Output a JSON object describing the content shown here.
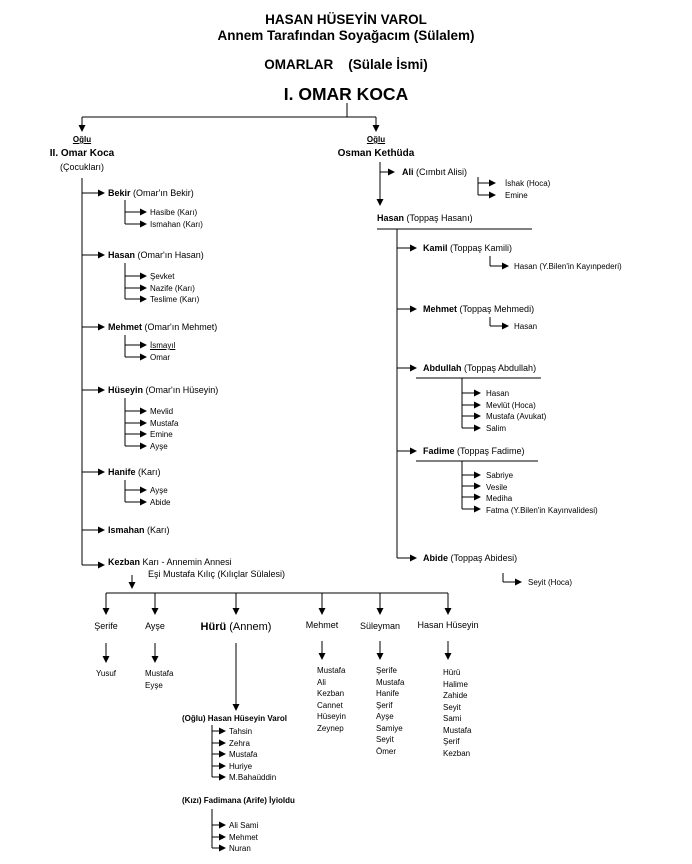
{
  "header": {
    "title": "HASAN HÜSEYİN VAROL",
    "subtitle": "Annem Tarafından Soyağacım (Sülalem)",
    "dynasty": "OMARLAR",
    "dynasty_note": "(Sülale İsmi)"
  },
  "root_name": "I. OMAR KOCA",
  "left": {
    "label": "Oğlu",
    "name": "II. Omar Koca",
    "children_label": "(Çocukları)",
    "children": [
      {
        "name": "Bekir",
        "note": "(Omar'ın Bekir)",
        "items": [
          "Hasibe (Karı)",
          "Ismahan (Karı)"
        ]
      },
      {
        "name": "Hasan",
        "note": "(Omar'ın Hasan)",
        "items": [
          "Şevket",
          "Nazife (Karı)",
          "Teslime (Karı)"
        ]
      },
      {
        "name": "Mehmet",
        "note": "(Omar'ın Mehmet)",
        "items": [
          "İsmayıl",
          "Omar"
        ]
      },
      {
        "name": "Hüseyin",
        "note": "(Omar'ın Hüseyin)",
        "items": [
          "Mevlid",
          "Mustafa",
          "Emine",
          "Ayşe"
        ]
      },
      {
        "name": "Hanife",
        "note": "(Karı)",
        "items": [
          "Ayşe",
          "Abide"
        ]
      },
      {
        "name": "Ismahan",
        "note": "(Karı)",
        "items": []
      },
      {
        "name": "Kezban",
        "note": "Karı - Annemin Annesi",
        "items": []
      }
    ],
    "spouse": "Eşi Mustafa Kılıç (Kılıçlar Sülalesi)"
  },
  "right": {
    "label": "Oğlu",
    "name": "Osman Kethüda",
    "ali": {
      "name": "Ali",
      "note": "(Cımbıt Alisi)",
      "items": [
        "İshak (Hoca)",
        "Emine"
      ]
    },
    "hasan": {
      "name": "Hasan",
      "note": "(Toppaş Hasanı)"
    },
    "children": [
      {
        "name": "Kamil",
        "note": "(Toppaş Kamili)",
        "items": [
          "Hasan (Y.Bilen'in Kayınpederi)"
        ]
      },
      {
        "name": "Mehmet",
        "note": "(Toppaş Mehmedi)",
        "items": [
          "Hasan"
        ]
      },
      {
        "name": "Abdullah",
        "note": "(Toppaş Abdullah)",
        "items": [
          "Hasan",
          "Mevlüt (Hoca)",
          "Mustafa (Avukat)",
          "Salim"
        ]
      },
      {
        "name": "Fadime",
        "note": "(Toppaş Fadime)",
        "items": [
          "Sabriye",
          "Vesile",
          "Mediha",
          "Fatma (Y.Bilen'in Kayınvalidesi)"
        ]
      },
      {
        "name": "Abide",
        "note": "(Toppaş Abidesi)",
        "items": [
          "Seyit (Hoca)"
        ]
      }
    ]
  },
  "kezban_children": [
    {
      "name": "Şerife",
      "items": [
        "Yusuf"
      ]
    },
    {
      "name": "Ayşe",
      "items": [
        "Mustafa",
        "Eyşe"
      ]
    },
    {
      "name": "Hürü",
      "note": "(Annem)",
      "items": []
    },
    {
      "name": "Mehmet",
      "items": [
        "Mustafa",
        "Ali",
        "Kezban",
        "Cannet",
        "Hüseyin",
        "Zeynep"
      ]
    },
    {
      "name": "Süleyman",
      "items": [
        "Şerife",
        "Mustafa",
        "Hanife",
        "Şerif",
        "Ayşe",
        "Samiye",
        "Seyit",
        "Ömer"
      ]
    },
    {
      "name": "Hasan Hüseyin",
      "items": [
        "Hürü",
        "Halime",
        "Zahide",
        "Seyit",
        "Sami",
        "Mustafa",
        "Şerif",
        "Kezban"
      ]
    }
  ],
  "huru_son": {
    "label": "(Oğlu)",
    "name": "Hasan Hüseyin Varol",
    "items": [
      "Tahsin",
      "Zehra",
      "Mustafa",
      "Huriye",
      "M.Bahaüddin"
    ]
  },
  "huru_daughter": {
    "label": "(Kızı)",
    "name": "Fadimana (Arife) İyioldu",
    "items": [
      "Ali Sami",
      "Mehmet",
      "Nuran"
    ]
  }
}
